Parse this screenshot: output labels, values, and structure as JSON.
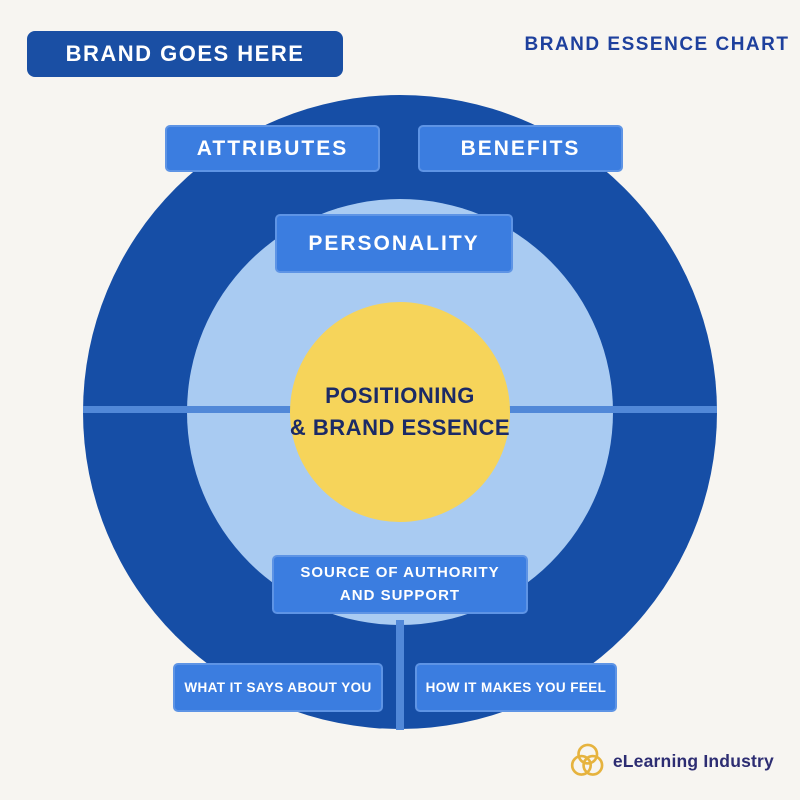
{
  "header": {
    "banner_label": "BRAND GOES HERE",
    "chart_title": "BRAND ESSENCE CHART"
  },
  "diagram": {
    "labels": {
      "attributes": "ATTRIBUTES",
      "benefits": "BENEFITS",
      "personality": "PERSONALITY",
      "source_of_authority": "SOURCE OF AUTHORITY AND SUPPORT",
      "what_it_says": "WHAT IT SAYS ABOUT YOU",
      "how_it_feels": "HOW IT MAKES YOU FEEL"
    },
    "center": {
      "line1": "POSITIONING",
      "line2": "& BRAND ESSENCE"
    },
    "colors": {
      "background": "#f7f5f1",
      "outer_ring": "#164ea6",
      "middle_ring": "#a9cbf2",
      "center_circle": "#f6d45a",
      "label_box": "#3b7de0",
      "divider_line": "#5188d8",
      "banner": "#1a4fa4",
      "title_text": "#1e409d",
      "center_text": "#1b2a66",
      "logo_text": "#2d2d72",
      "logo_icon": "#e6b33e"
    }
  },
  "footer": {
    "logo_text": "eLearning Industry"
  }
}
